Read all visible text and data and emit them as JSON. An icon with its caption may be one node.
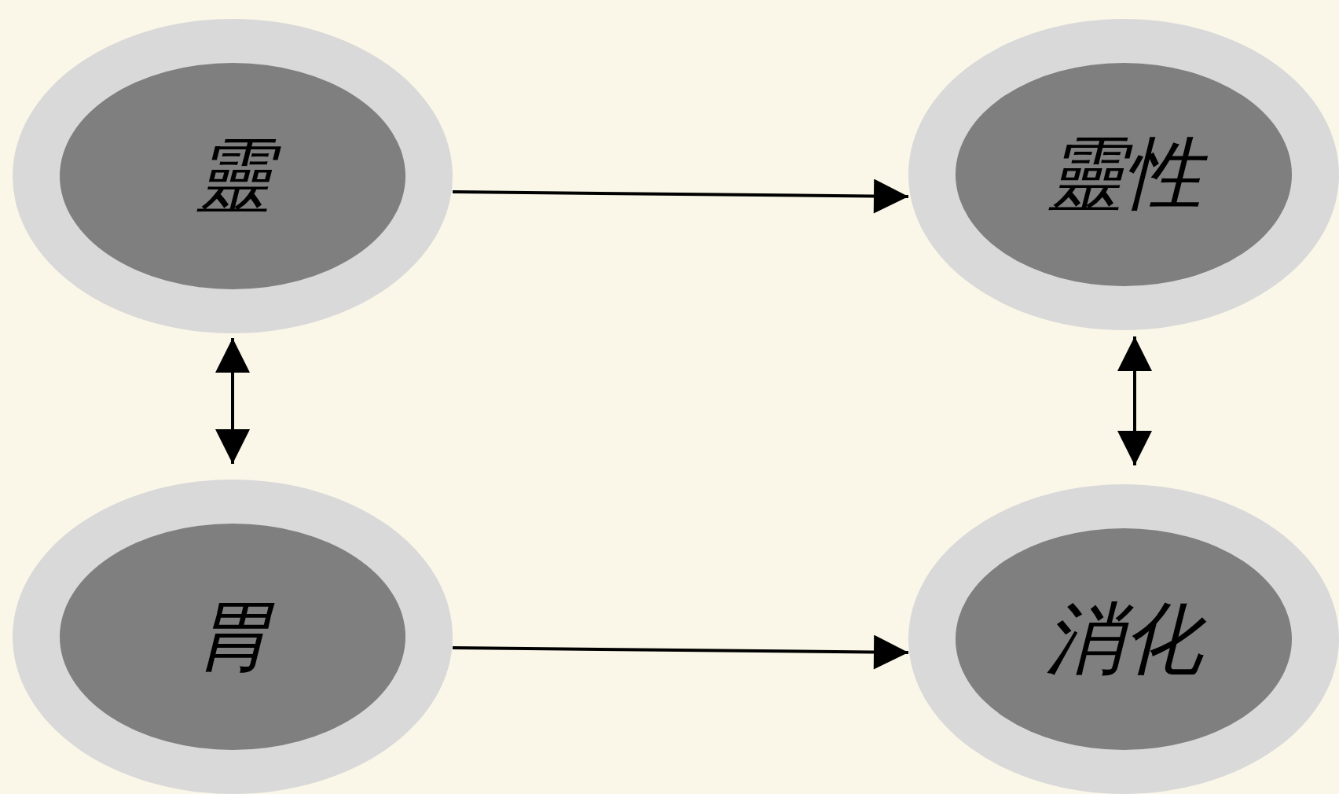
{
  "diagram": {
    "nodes": [
      {
        "text": [
          "靈"
        ]
      },
      {
        "text": [
          "靈性"
        ]
      },
      {
        "text": [
          "胃"
        ]
      },
      {
        "text": [
          "消化"
        ]
      }
    ],
    "edges": [
      {
        "from": 0,
        "to": 1,
        "arrow": "to"
      },
      {
        "from": 0,
        "to": 2,
        "arrow": "both"
      },
      {
        "from": 1,
        "to": 3,
        "arrow": "both"
      },
      {
        "from": 2,
        "to": 3,
        "arrow": "to"
      }
    ]
  }
}
